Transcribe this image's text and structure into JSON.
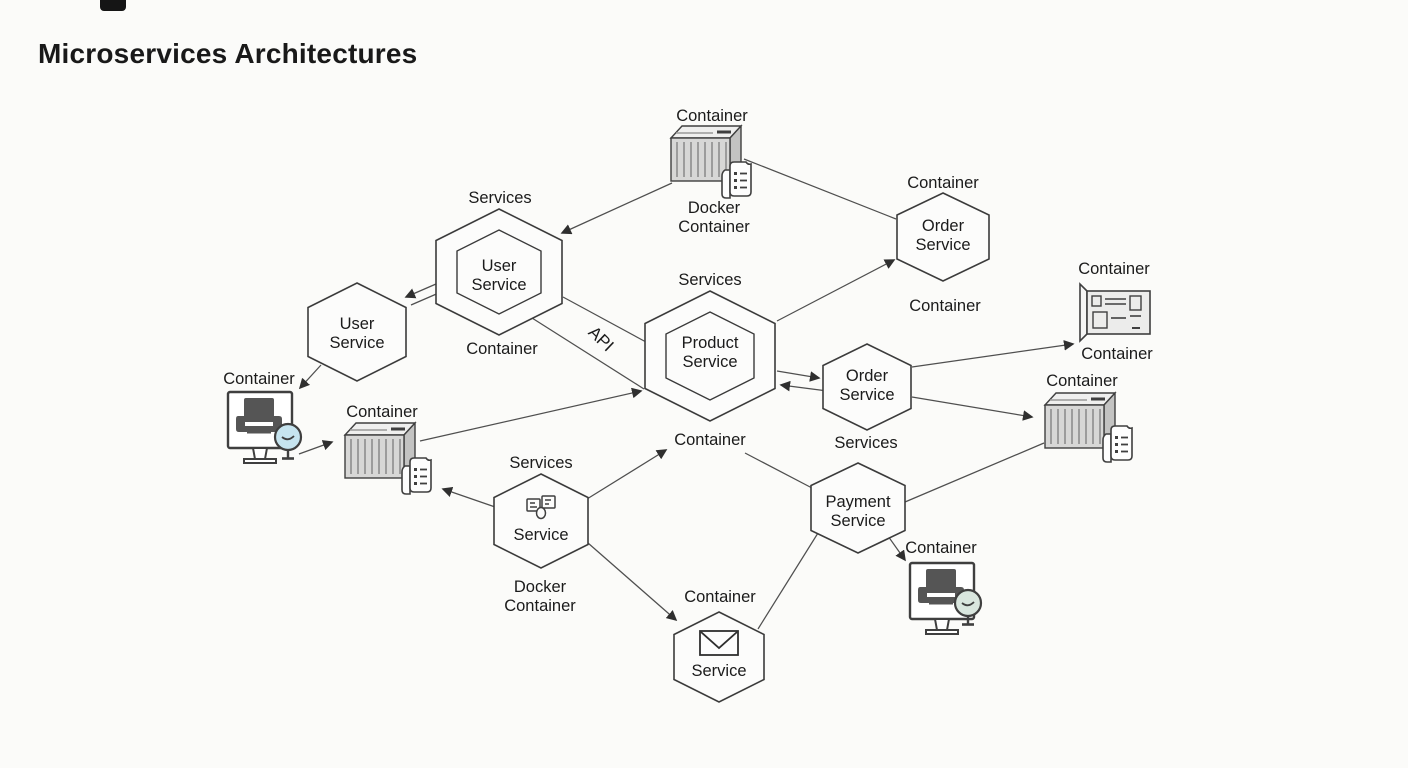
{
  "title": "Microservices Architectures",
  "colors": {
    "background": "#fbfbf9",
    "line": "#4f4f4f",
    "text": "#1b1b1b",
    "hexagon_fill": "#fcfcfb",
    "container_front": "#d7d7d6",
    "container_top": "#efefee",
    "container_side": "#c3c3c2",
    "magnifier_blue": "#c6e4ef",
    "magnifier_green": "#d9e6de"
  },
  "nodes": {
    "docker_container_top": {
      "above": "Container",
      "below1": "Docker",
      "below2": "Container"
    },
    "user_service_main": {
      "name1": "User",
      "name2": "Service",
      "above": "Services",
      "below": "Container"
    },
    "user_service_left": {
      "name1": "User",
      "name2": "Service"
    },
    "monitor_left": {
      "above": "Container"
    },
    "container_left": {
      "above": "Container"
    },
    "product_service": {
      "name1": "Product",
      "name2": "Service",
      "above": "Services",
      "below": "Container"
    },
    "order_service_top": {
      "name1": "Order",
      "name2": "Service",
      "above": "Container",
      "below": "Container"
    },
    "order_service_mid": {
      "name1": "Order",
      "name2": "Service",
      "below": "Services"
    },
    "payment_service": {
      "name1": "Payment",
      "name2": "Service"
    },
    "docker_service": {
      "name": "Service",
      "above": "Services",
      "below1": "Docker",
      "below2": "Container"
    },
    "message_service": {
      "name": "Service",
      "above": "Container"
    },
    "monitor_right": {
      "above": "Container"
    },
    "card_right": {
      "above": "Container",
      "below": "Container"
    },
    "container_right": {
      "above": "Container"
    }
  },
  "edges": {
    "api_label": "API"
  }
}
